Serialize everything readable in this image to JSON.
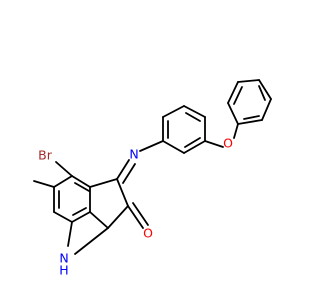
{
  "colors": {
    "background": "#ffffff",
    "bond": "#000000",
    "carbon": "#000000",
    "bromine": "#a52a2a",
    "nitrogen": "#0000ff",
    "oxygen": "#ff0000"
  },
  "atoms": {
    "br": "Br",
    "n_imine": "N",
    "o_ether": "O",
    "o_carbonyl": "O",
    "nh_n": "N",
    "nh_h": "H"
  }
}
